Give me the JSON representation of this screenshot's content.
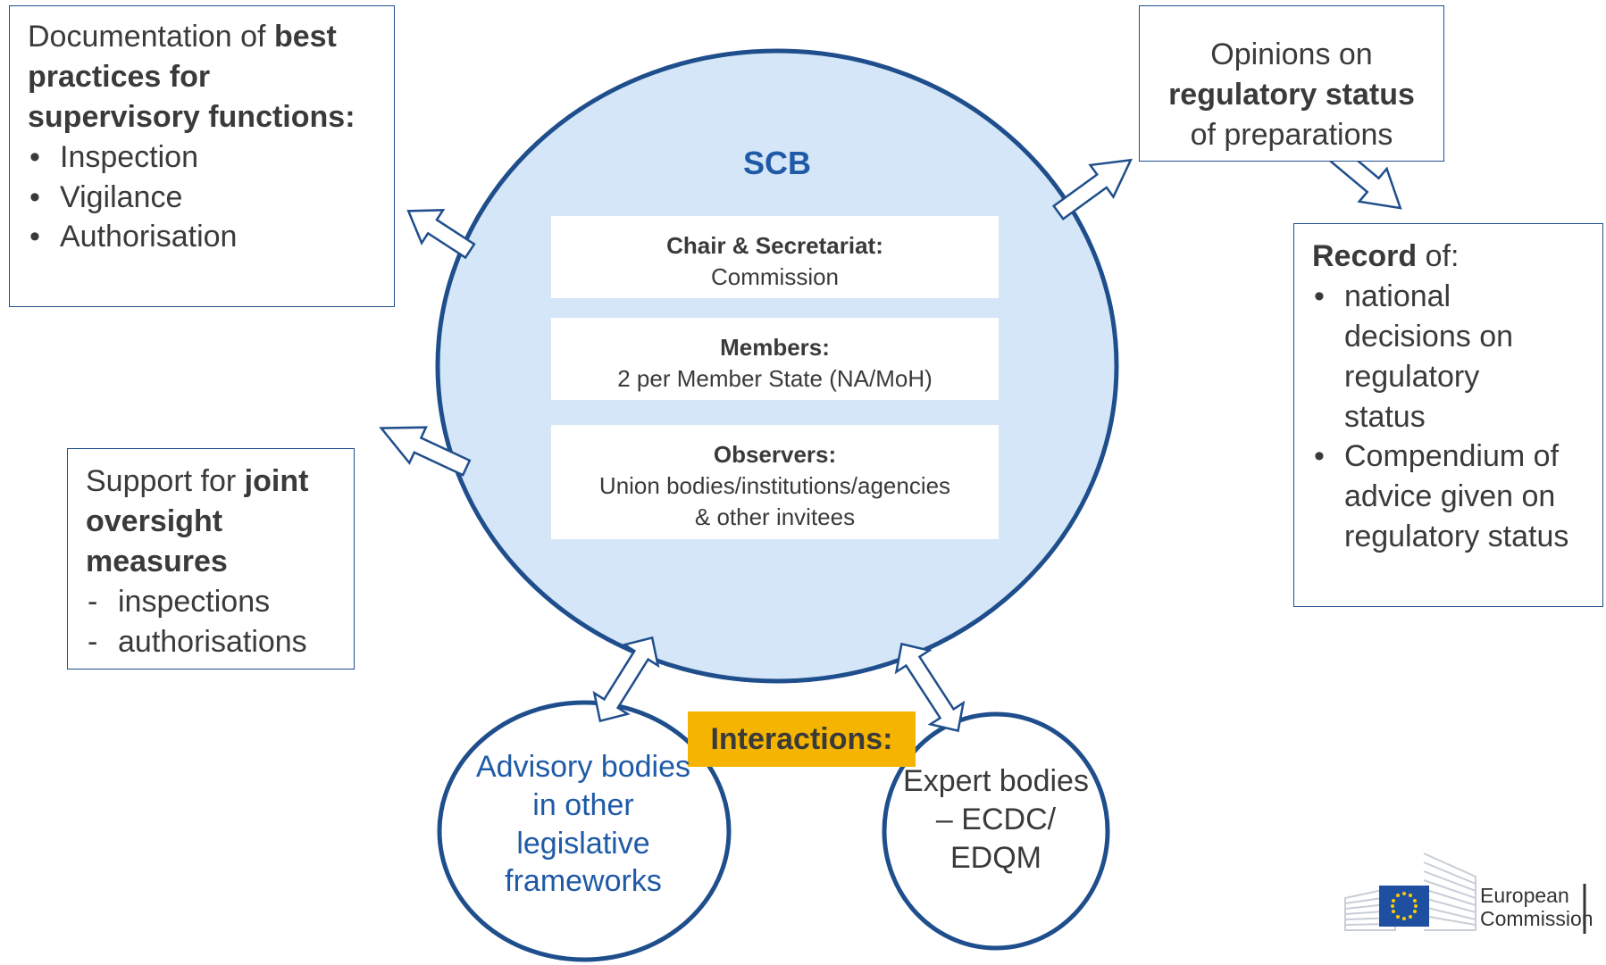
{
  "scb": {
    "title": "SCB",
    "panels": {
      "chair_title": "Chair & Secretariat:",
      "chair_text": "Commission",
      "members_title": "Members:",
      "members_text": "2 per Member State (NA/MoH)",
      "observers_title": "Observers:",
      "observers_text_1": "Union bodies/institutions/agencies",
      "observers_text_2": "& other invitees"
    }
  },
  "documentation_box": {
    "prefix": "Documentation of ",
    "bold_1": "best practices for supervisory functions:",
    "items": [
      "Inspection",
      "Vigilance",
      "Authorisation"
    ],
    "bullet": "•"
  },
  "support_box": {
    "prefix": "Support for ",
    "bold_1": "joint oversight measures",
    "items": [
      "inspections",
      "authorisations"
    ],
    "bullet": "-"
  },
  "opinions_box": {
    "line_1": "Opinions on",
    "bold_1": "regulatory status",
    "line_3": "of preparations"
  },
  "record_box": {
    "bold_1": "Record",
    "suffix": " of:",
    "items": [
      "national decisions on regulatory status",
      "Compendium of advice given on regulatory status"
    ],
    "bullet": "•"
  },
  "interactions_label": "Interactions:",
  "advisory_circle": "Advisory bodies in other legislative frameworks",
  "expert_circle": "Expert bodies – ECDC/ EDQM",
  "logo": {
    "line_1": "European",
    "line_2": "Commission"
  },
  "colors": {
    "circle_fill": "#d4e6f7",
    "border": "#1f4e8c",
    "accent_blue": "#1f5aa6",
    "interactions_bg": "#f5b400",
    "eu_flag": "#1f4fa0"
  }
}
